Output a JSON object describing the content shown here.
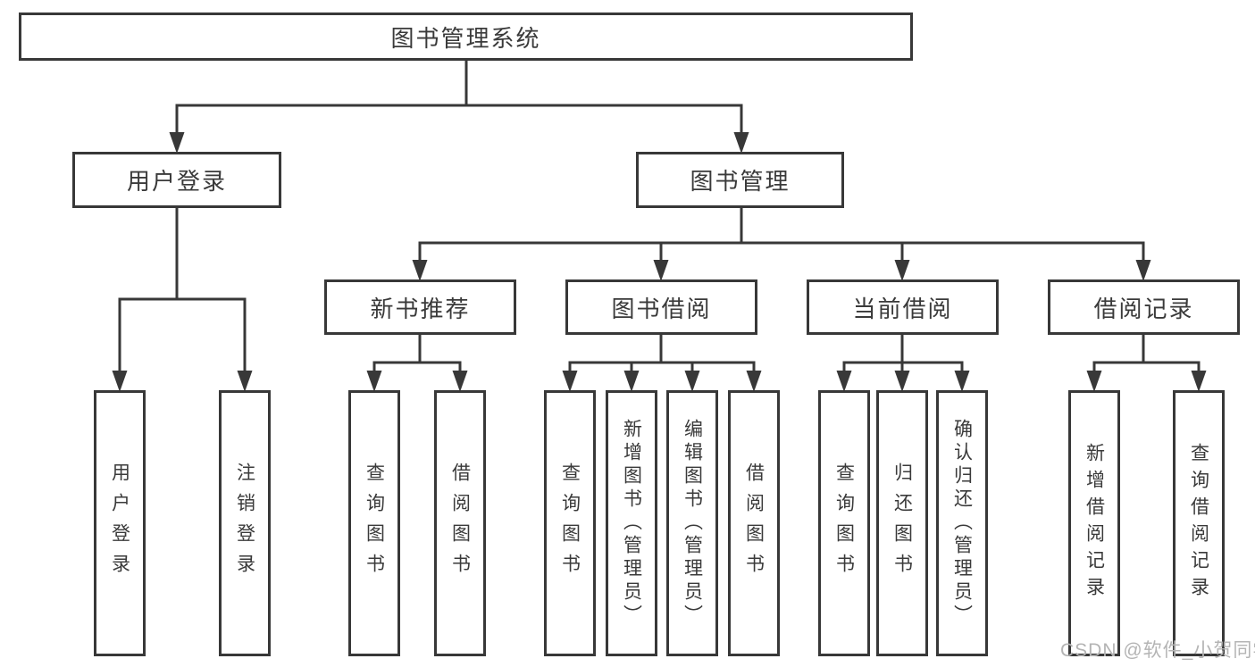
{
  "root": {
    "label": "图书管理系统"
  },
  "branches": [
    {
      "label": "用户登录",
      "leaves": [
        "用户登录",
        "注销登录"
      ]
    },
    {
      "label": "图书管理",
      "sections": [
        {
          "label": "新书推荐",
          "leaves": [
            "查询图书",
            "借阅图书"
          ]
        },
        {
          "label": "图书借阅",
          "leaves": [
            "查询图书",
            "新增图书（管理员）",
            "编辑图书（管理员）",
            "借阅图书"
          ]
        },
        {
          "label": "当前借阅",
          "leaves": [
            "查询图书",
            "归还图书",
            "确认归还（管理员）"
          ]
        },
        {
          "label": "借阅记录",
          "leaves": [
            "新增借阅记录",
            "查询借阅记录"
          ]
        }
      ]
    }
  ],
  "watermark": "CSDN @软件_小贺同学",
  "colors": {
    "line": "#383838",
    "box_border": "#383838",
    "text": "#3a3a3a",
    "watermark": "#b4b4b4",
    "background": "#ffffff"
  }
}
